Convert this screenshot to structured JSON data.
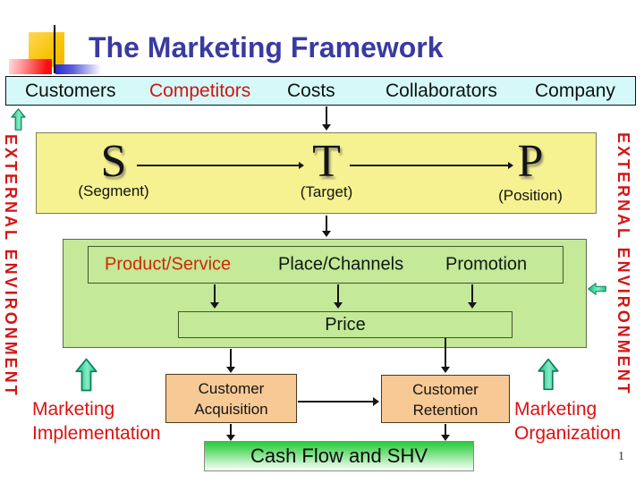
{
  "slide": {
    "title": "The Marketing Framework",
    "page_number": "1"
  },
  "colors": {
    "title_blue": "#3A3AA0",
    "accent_red": "#D21414",
    "product_red": "#CE2A00",
    "bar_background": "#D5F9F9",
    "stp_box_yellow": "#F6F191",
    "mix_box_green": "#C3E999",
    "customer_box_tan": "#F7C994",
    "cash_flow_green": "#2BC93E",
    "block_arrow_teal": "#2BCB94"
  },
  "five_cs": {
    "items": [
      {
        "label": "Customers"
      },
      {
        "label": "Competitors"
      },
      {
        "label": "Costs"
      },
      {
        "label": "Collaborators"
      },
      {
        "label": "Company"
      }
    ]
  },
  "environment": {
    "left": "EXTERNAL ENVIRONMENT",
    "right": "EXTERNAL ENVIRONMENT"
  },
  "stp": {
    "segment": {
      "letter": "S",
      "label": "(Segment)"
    },
    "target": {
      "letter": "T",
      "label": "(Target)"
    },
    "position": {
      "letter": "P",
      "label": "(Position)"
    }
  },
  "mix": {
    "product": "Product/Service",
    "place": "Place/Channels",
    "promotion": "Promotion",
    "price": "Price"
  },
  "customers": {
    "acquisition": {
      "line1": "Customer",
      "line2": "Acquisition"
    },
    "retention": {
      "line1": "Customer",
      "line2": "Retention"
    }
  },
  "cash_flow": {
    "label": "Cash Flow and SHV"
  },
  "marketing": {
    "implementation": {
      "line1": "Marketing",
      "line2": "Implementation"
    },
    "organization": {
      "line1": "Marketing",
      "line2": "Organization"
    }
  }
}
